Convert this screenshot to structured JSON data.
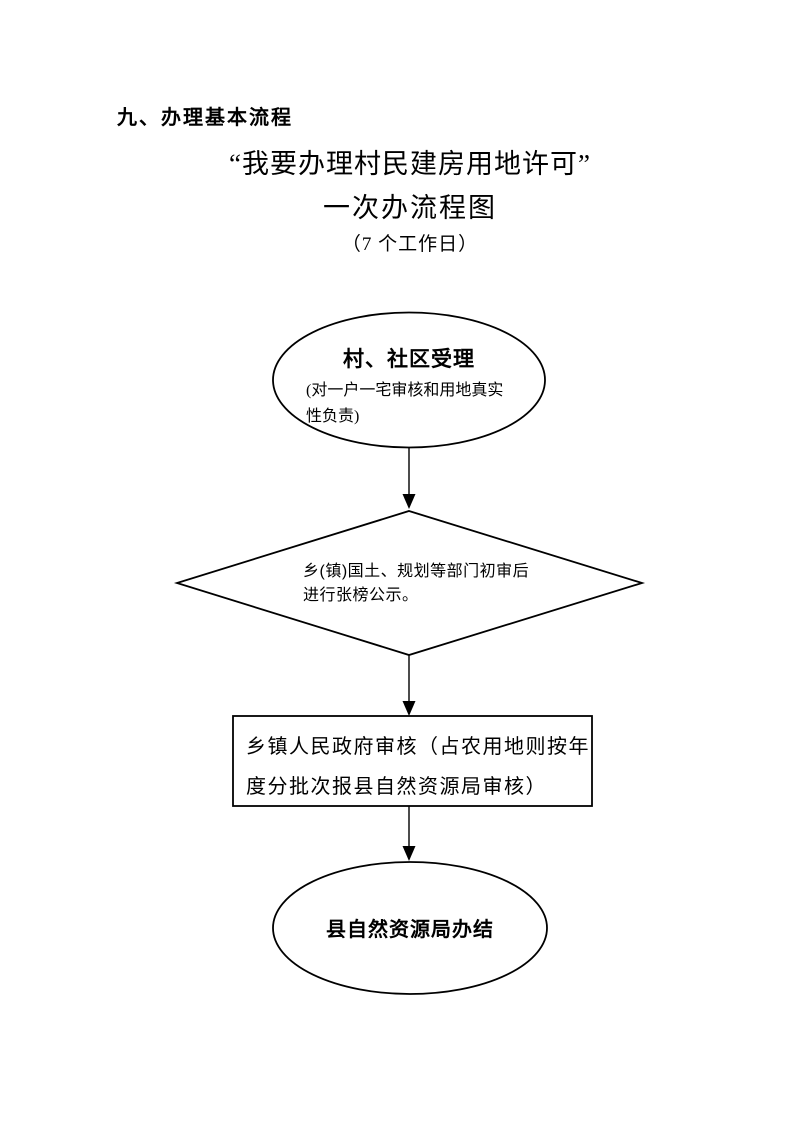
{
  "document": {
    "section_heading": "九、办理基本流程",
    "title_line1": "“我要办理村民建房用地许可”",
    "title_line2": "一次办流程图",
    "working_days_note": "（7 个工作日）"
  },
  "flowchart": {
    "nodes": {
      "start": {
        "shape": "ellipse",
        "label": "村、社区受理",
        "sublabel": "(对一户一宅审核和用地真实性负责)",
        "sublabel_lines": [
          "(对一户一宅审核和用地真实",
          "性负责)"
        ]
      },
      "review": {
        "shape": "diamond",
        "label": "乡(镇)国土、规划等部门初审后进行张榜公示。",
        "label_lines": [
          "乡(镇)国土、规划等部门初审后",
          "进行张榜公示。"
        ]
      },
      "township": {
        "shape": "rectangle",
        "label": "乡镇人民政府审核（占农用地则按年度分批次报县自然资源局审核）",
        "label_lines": [
          "乡镇人民政府审核（占农用地则按年",
          "度分批次报县自然资源局审核）"
        ]
      },
      "end": {
        "shape": "ellipse",
        "label": "县自然资源局办结"
      }
    },
    "edges": [
      {
        "from": "start",
        "to": "review"
      },
      {
        "from": "review",
        "to": "township"
      },
      {
        "from": "township",
        "to": "end"
      }
    ]
  },
  "colors": {
    "ink": "#000000",
    "page_background": "#ffffff"
  }
}
